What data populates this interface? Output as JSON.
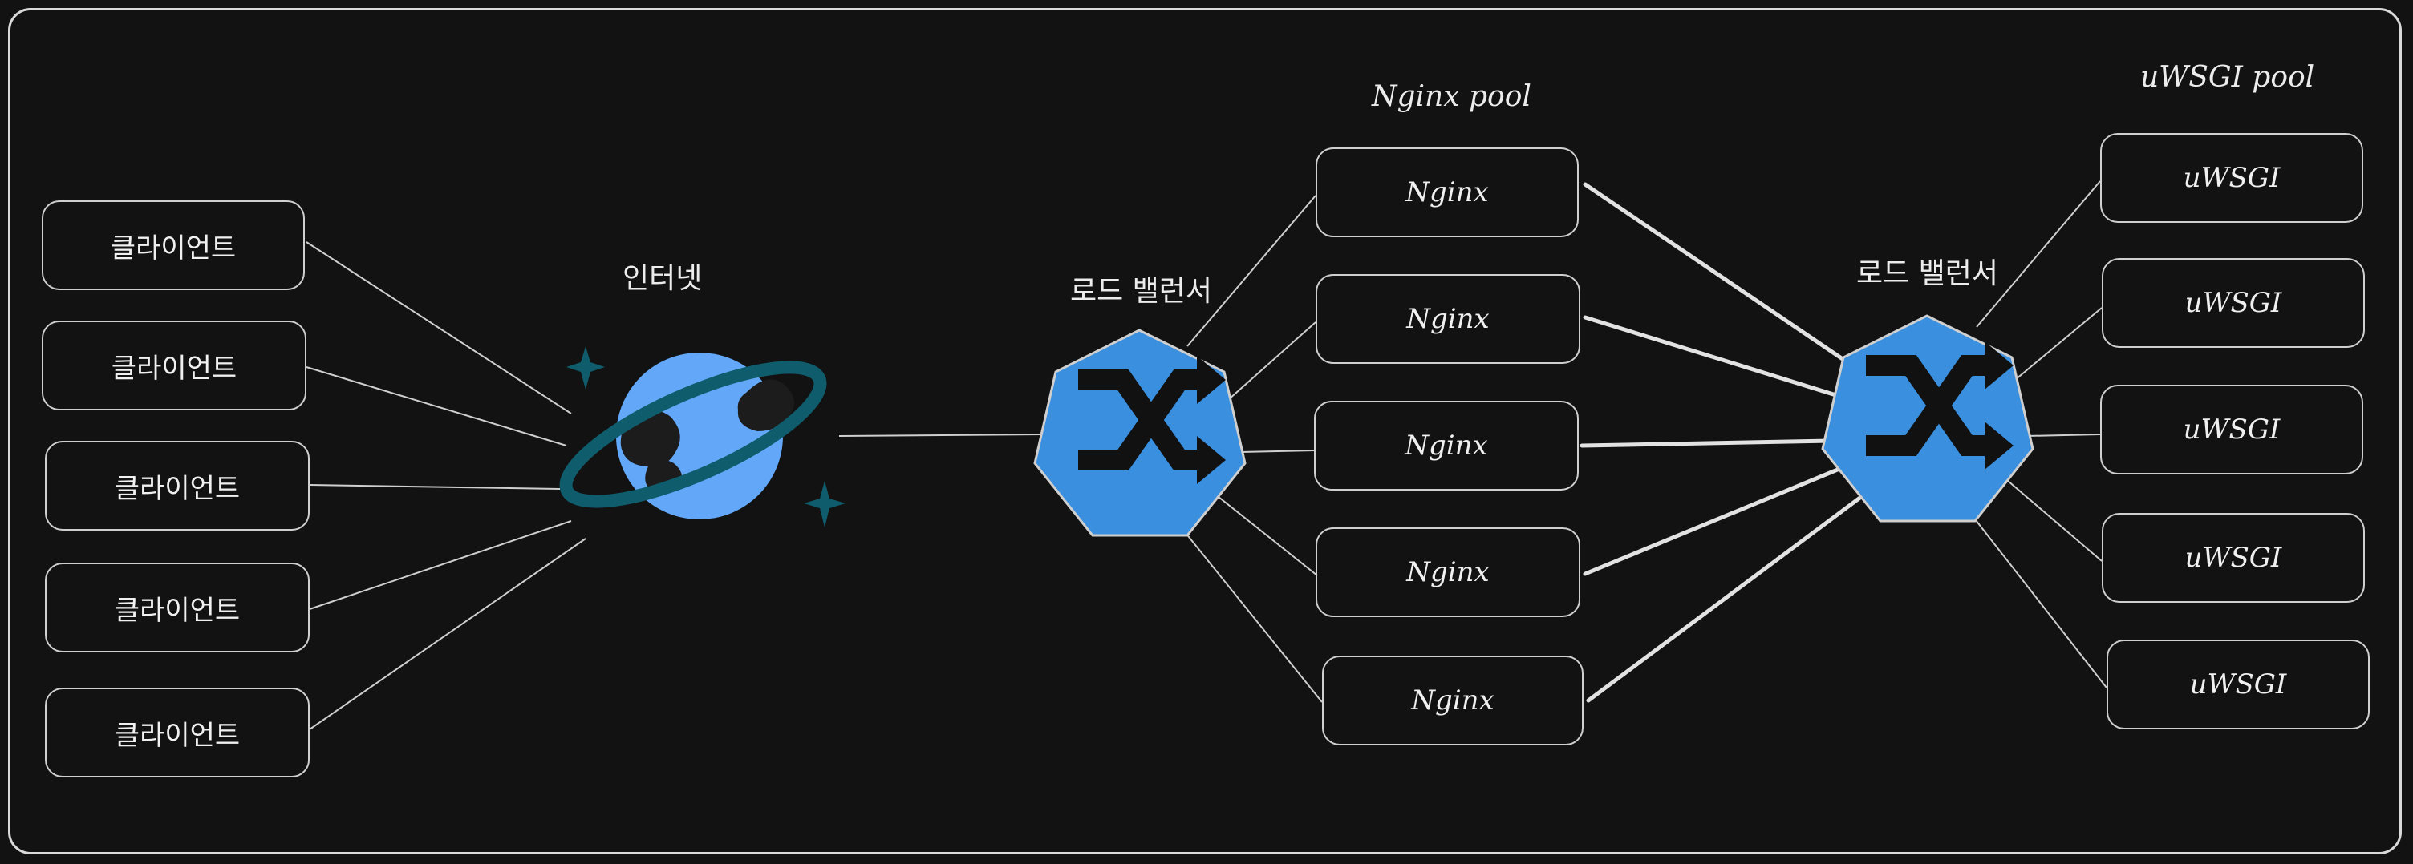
{
  "clients": [
    "클라이언트",
    "클라이언트",
    "클라이언트",
    "클라이언트",
    "클라이언트"
  ],
  "internet_label": "인터넷",
  "lb_left_label": "로드 밸런서",
  "lb_right_label": "로드 밸런서",
  "nginx_pool_label": "Nginx pool",
  "nginx_nodes": [
    "Nginx",
    "Nginx",
    "Nginx",
    "Nginx",
    "Nginx"
  ],
  "uwsgi_pool_label": "uWSGI pool",
  "uwsgi_nodes": [
    "uWSGI",
    "uWSGI",
    "uWSGI",
    "uWSGI",
    "uWSGI"
  ],
  "icons": {
    "internet": "planet-icon",
    "load_balancer": "shuffle-heptagon-icon"
  },
  "colors": {
    "background": "#121212",
    "stroke": "#d0d0d0",
    "lb_fill": "#3a8fdf",
    "planet_fill": "#63a8f8",
    "ring": "#0f5c6c"
  }
}
